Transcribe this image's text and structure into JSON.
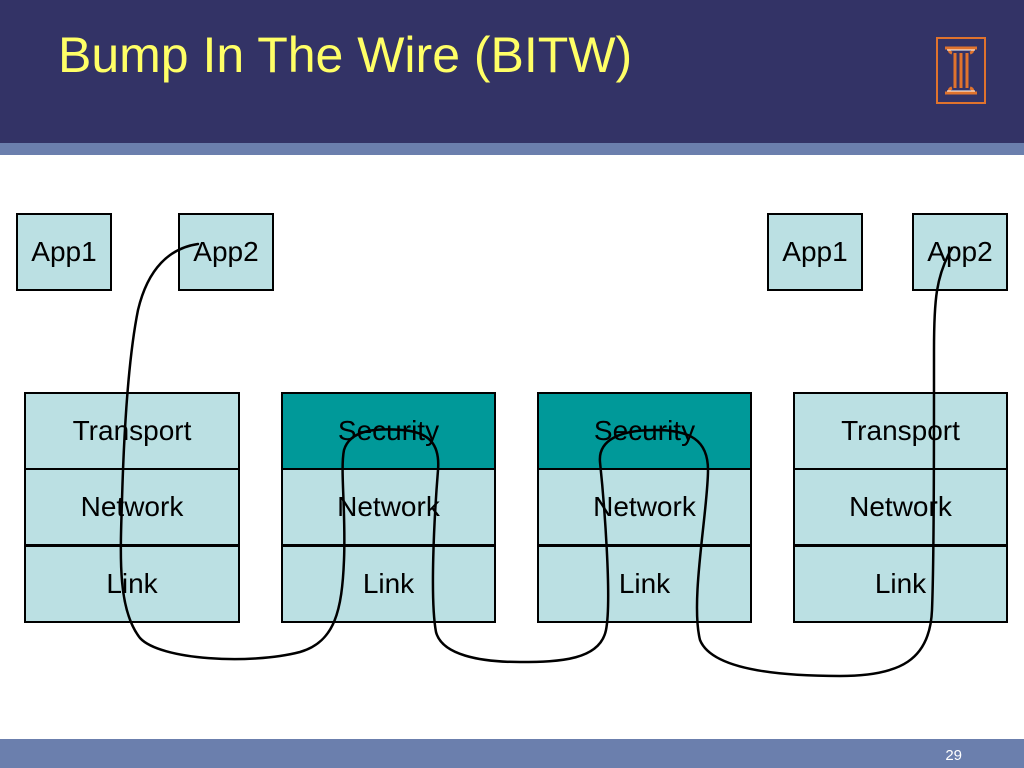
{
  "slide": {
    "title": "Bump In The Wire (BITW)",
    "page_number": "29"
  },
  "logo": {
    "icon": "university-i-logo-icon",
    "border_color": "#e0732d"
  },
  "colors": {
    "header": "#333366",
    "stripe": "#6b7fad",
    "title_text": "#ffff66",
    "box_light": "#bbe0e3",
    "box_dark": "#009999"
  },
  "hosts": {
    "left": {
      "apps": [
        "App1",
        "App2"
      ],
      "layers": [
        "Transport",
        "Network",
        "Link"
      ]
    },
    "right": {
      "apps": [
        "App1",
        "App2"
      ],
      "layers": [
        "Transport",
        "Network",
        "Link"
      ]
    }
  },
  "bitw_devices": [
    {
      "layers": [
        "Security",
        "Network",
        "Link"
      ]
    },
    {
      "layers": [
        "Security",
        "Network",
        "Link"
      ]
    }
  ]
}
